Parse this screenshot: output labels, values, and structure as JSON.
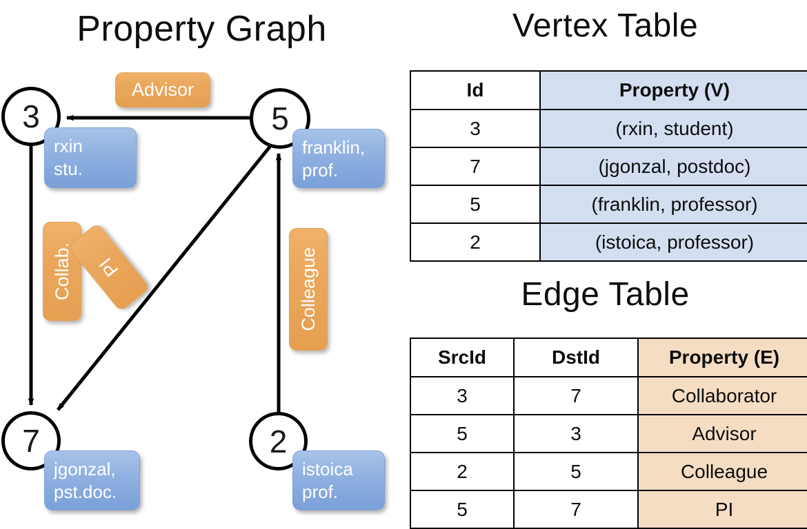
{
  "titles": {
    "property_graph": "Property Graph",
    "vertex_table": "Vertex Table",
    "edge_table": "Edge Table"
  },
  "colors": {
    "vertex_property_fill": "#d3dff1",
    "edge_property_fill": "#f5ddc4",
    "vertex_box_blue": "#8fb0e0",
    "edge_label_orange": "#eaa75c",
    "stroke": "#000000",
    "page_background": "#ffffff"
  },
  "graph": {
    "vertices": [
      {
        "id": "3",
        "property_lines": [
          "rxin",
          "stu."
        ]
      },
      {
        "id": "5",
        "property_lines": [
          "franklin,",
          "prof."
        ]
      },
      {
        "id": "7",
        "property_lines": [
          "jgonzal,",
          "pst.doc."
        ]
      },
      {
        "id": "2",
        "property_lines": [
          "istoica",
          "prof."
        ]
      }
    ],
    "edge_labels": [
      {
        "name": "advisor-label",
        "text": "Advisor",
        "orientation": "horizontal"
      },
      {
        "name": "collab-label",
        "text": "Collab.",
        "orientation": "vertical"
      },
      {
        "name": "pi-label",
        "text": "PI",
        "orientation": "diagonal"
      },
      {
        "name": "colleague-label",
        "text": "Colleague",
        "orientation": "vertical"
      }
    ],
    "edges": [
      {
        "src": "5",
        "dst": "3",
        "label": "Advisor"
      },
      {
        "src": "3",
        "dst": "7",
        "label": "Collab."
      },
      {
        "src": "5",
        "dst": "7",
        "label": "PI"
      },
      {
        "src": "2",
        "dst": "5",
        "label": "Colleague"
      }
    ]
  },
  "vertex_table": {
    "headers": [
      "Id",
      "Property (V)"
    ],
    "rows": [
      {
        "id": "3",
        "property": "(rxin, student)"
      },
      {
        "id": "7",
        "property": "(jgonzal, postdoc)"
      },
      {
        "id": "5",
        "property": "(franklin, professor)"
      },
      {
        "id": "2",
        "property": "(istoica, professor)"
      }
    ]
  },
  "edge_table": {
    "headers": [
      "SrcId",
      "DstId",
      "Property (E)"
    ],
    "rows": [
      {
        "src": "3",
        "dst": "7",
        "property": "Collaborator"
      },
      {
        "src": "5",
        "dst": "3",
        "property": "Advisor"
      },
      {
        "src": "2",
        "dst": "5",
        "property": "Colleague"
      },
      {
        "src": "5",
        "dst": "7",
        "property": "PI"
      }
    ]
  }
}
